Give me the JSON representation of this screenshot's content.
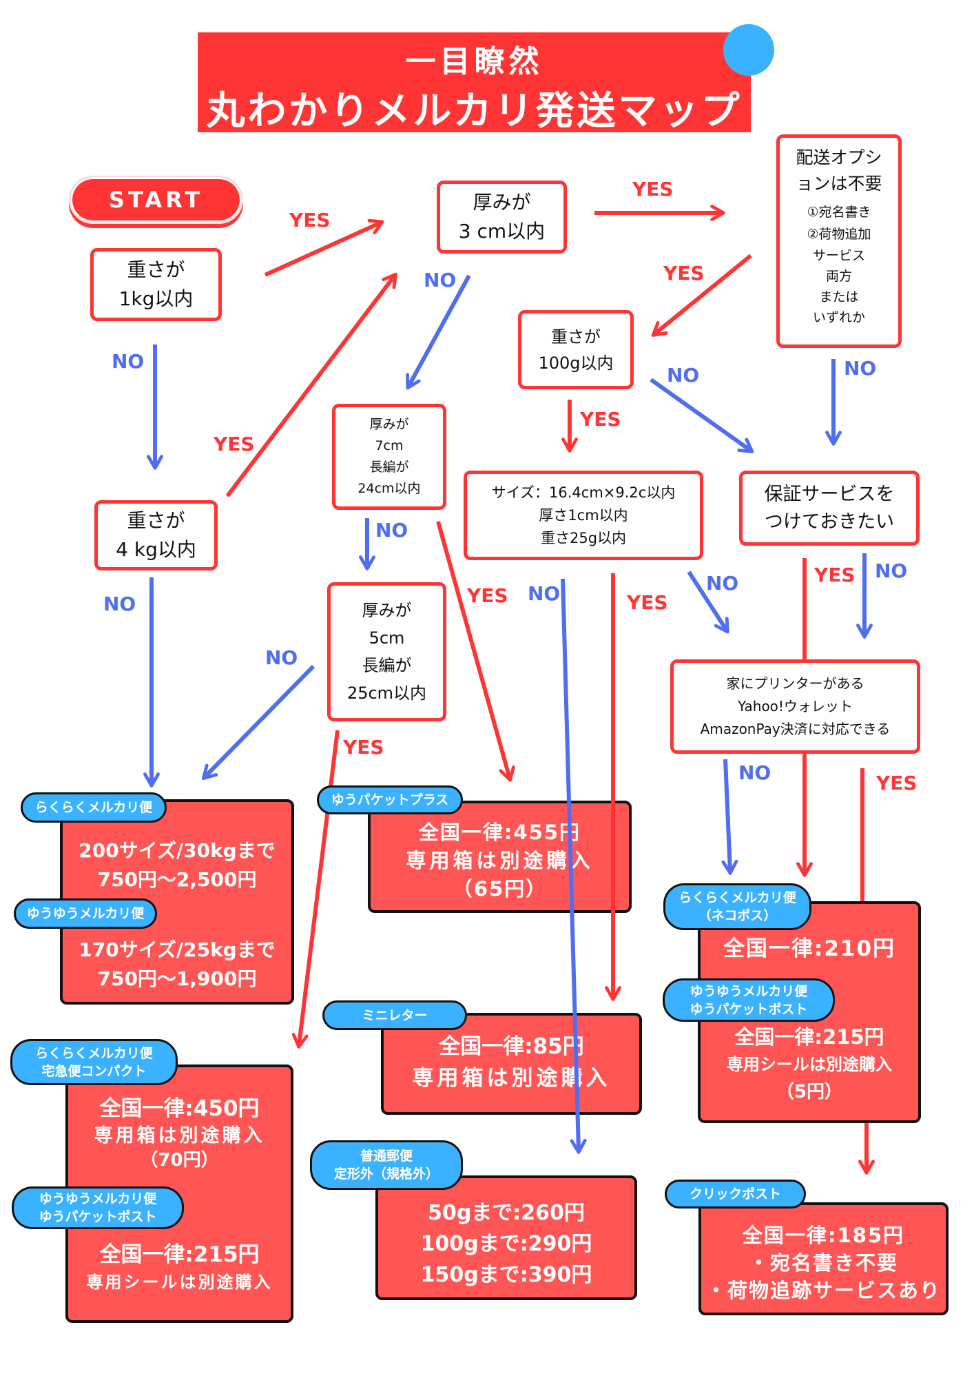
{
  "title": {
    "subtitle": "一目瞭然",
    "main": "丸わかりメルカリ発送マップ"
  },
  "start_label": "START",
  "colors": {
    "accent_red": "#ff3535",
    "result_red": "#ff5555",
    "badge_blue": "#3bb2ff",
    "no_blue": "#4f6ef0"
  },
  "questions": {
    "weight_1kg": [
      "重さが",
      "1kg以内"
    ],
    "weight_4kg": [
      "重さが",
      "4 kg以内"
    ],
    "thickness_3cm": [
      "厚みが",
      "3 cm以内"
    ],
    "thickness_7cm": [
      "厚みが",
      "7cm",
      "長編が",
      "24cm以内"
    ],
    "thickness_5cm": [
      "厚みが",
      "5cm",
      "長編が",
      "25cm以内"
    ],
    "weight_100g": [
      "重さが",
      "100g以内"
    ],
    "no_options": {
      "title": [
        "配送オプシ",
        "ョンは不要"
      ],
      "details": [
        "①宛名書き",
        "②荷物追加",
        "サービス",
        "両方",
        "または",
        "いずれか"
      ]
    },
    "size_check": [
      "サイズ：16.4cm×9.2c以内",
      "厚さ1cm以内",
      "重さ25g以内"
    ],
    "guarantee": [
      "保証サービスを",
      "つけておきたい"
    ],
    "printer": [
      "家にプリンターがある",
      "Yahoo!ウォレット",
      "AmazonPay決済に対応できる"
    ]
  },
  "labels": {
    "yes": "YES",
    "no": "NO"
  },
  "results": {
    "large": {
      "badge1": [
        "らくらくメルカリ便"
      ],
      "text1": [
        "200サイズ/30kgまで",
        "750円～2,500円"
      ],
      "badge2": [
        "ゆうゆうメルカリ便"
      ],
      "text2": [
        "170サイズ/25kgまで",
        "750円～1,900円"
      ]
    },
    "yupacket_plus": {
      "badge": [
        "ゆうパケットプラス"
      ],
      "text": [
        "全国一律:455円",
        "専用箱は別途購入",
        "（65円）"
      ]
    },
    "compact": {
      "badge1": [
        "らくらくメルカリ便",
        "宅急便コンパクト"
      ],
      "text1": [
        "全国一律:450円",
        "専用箱は別途購入",
        "（70円）"
      ],
      "badge2": [
        "ゆうゆうメルカリ便",
        "ゆうパケットポスト"
      ],
      "text2": [
        "全国一律:215円",
        "専用シールは別途購入"
      ]
    },
    "mini_letter": {
      "badge": [
        "ミニレター"
      ],
      "text": [
        "全国一律:85円",
        "専用箱は別途購入"
      ]
    },
    "teikeigai": {
      "badge": [
        "普通郵便",
        "定形外（規格外）"
      ],
      "text": [
        "50gまで:260円",
        "100gまで:290円",
        "150gまで:390円"
      ]
    },
    "nekopos": {
      "badge1": [
        "らくらくメルカリ便",
        "（ネコポス）"
      ],
      "text1": [
        "全国一律:210円"
      ],
      "badge2": [
        "ゆうゆうメルカリ便",
        "ゆうパケットポスト"
      ],
      "text2": [
        "全国一律:215円",
        "専用シールは別途購入",
        "（5円）"
      ]
    },
    "clickpost": {
      "badge": [
        "クリックポスト"
      ],
      "text": [
        "全国一律:185円",
        "・宛名書き不要",
        "・荷物追跡サービスあり"
      ]
    }
  }
}
